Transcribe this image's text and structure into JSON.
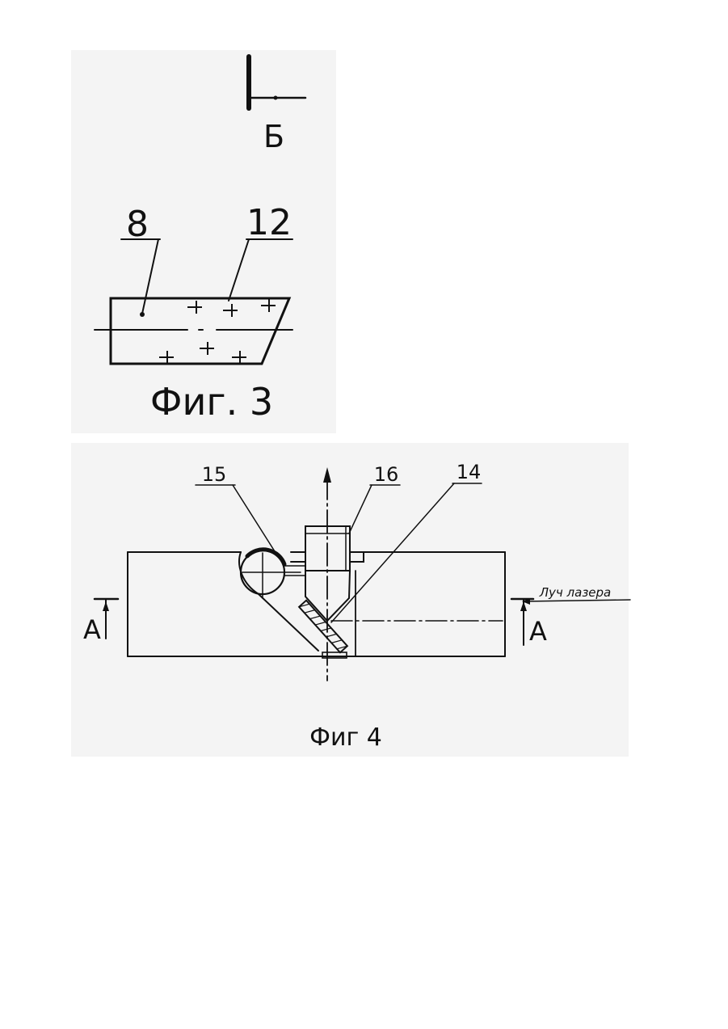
{
  "section_mark": {
    "letter": "Б"
  },
  "fig3": {
    "caption": "Фиг. 3",
    "labels": {
      "part_8": "8",
      "part_12": "12"
    }
  },
  "fig4": {
    "caption": "Фиг 4",
    "labels": {
      "part_15": "15",
      "part_16": "16",
      "part_14": "14"
    },
    "section_left": "A",
    "section_right": "A",
    "beam_label": "Луч лазера"
  }
}
